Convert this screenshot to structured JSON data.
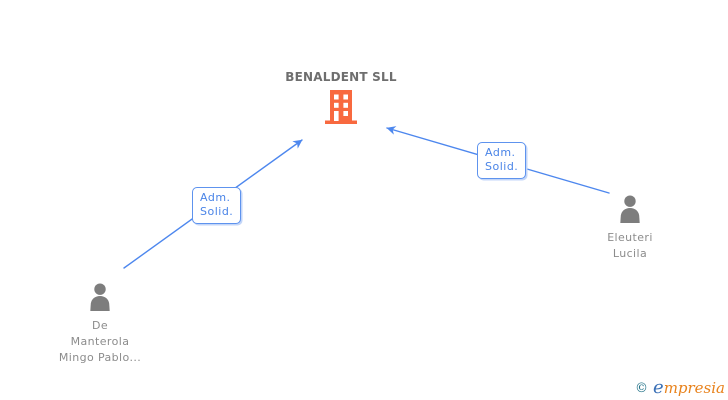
{
  "diagram_title": "BENALDENT SLL",
  "colors": {
    "company_icon": "#F8693F",
    "person_icon": "#7D7D7D",
    "edge_line": "#4D87EE",
    "edge_label_text": "#4A84E7",
    "edge_label_border": "#5E93EE",
    "company_title_text": "#6E6E6E",
    "person_name_text": "#8C8C8C",
    "brand_copyright": "#1F7086",
    "brand_e": "#3A70B6",
    "brand_rest": "#E8821C"
  },
  "nodes": {
    "company": {
      "label": "BENALDENT SLL",
      "icon": "building-icon"
    },
    "person_left": {
      "icon": "person-icon",
      "lines": [
        "De",
        "Manterola",
        "Mingo Pablo..."
      ]
    },
    "person_right": {
      "icon": "person-icon",
      "lines": [
        "Eleuteri",
        "Lucila"
      ]
    }
  },
  "edges": [
    {
      "from": "De Manterola Mingo Pablo...",
      "to": "BENALDENT SLL",
      "arrow": "points-to-company",
      "label_lines": [
        "Adm.",
        "Solid."
      ]
    },
    {
      "from": "Eleuteri Lucila",
      "to": "BENALDENT SLL",
      "arrow": "points-to-company",
      "label_lines": [
        "Adm.",
        "Solid."
      ]
    }
  ],
  "footer": {
    "copyright_symbol": "©",
    "brand_first_letter": "e",
    "brand_rest": "mpresia"
  }
}
